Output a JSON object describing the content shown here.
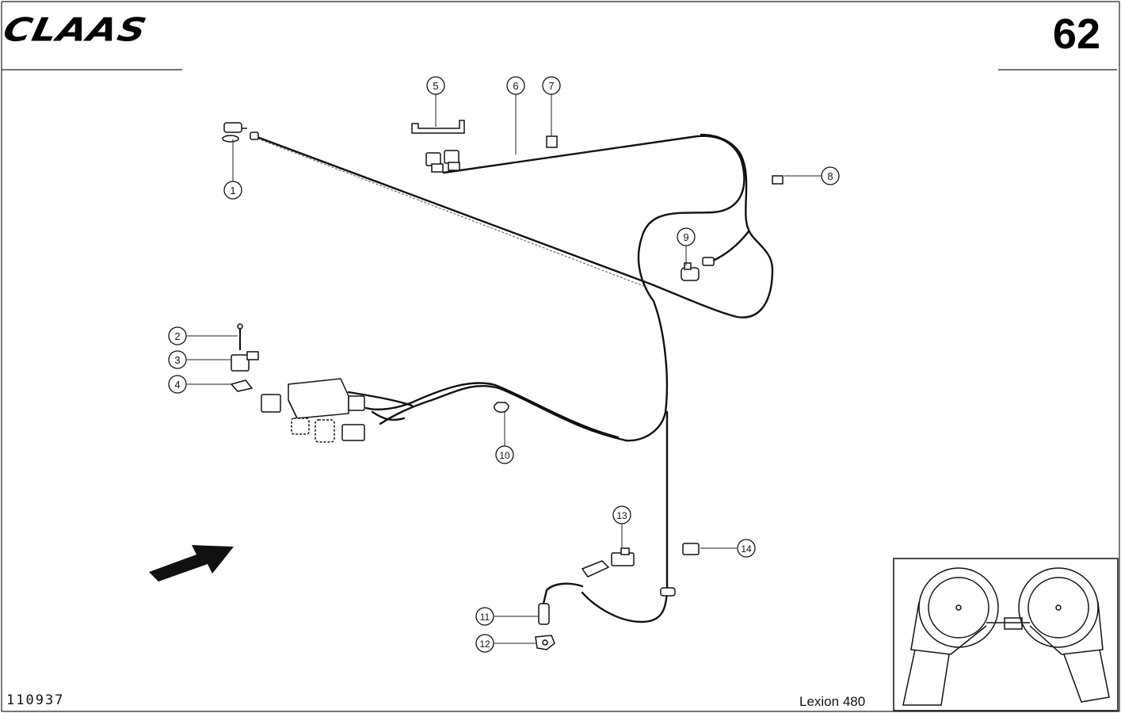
{
  "header": {
    "brand_logo": "CLAAS",
    "page_number": "62"
  },
  "footer": {
    "catalog_number": "110937",
    "model": "Lexion 480"
  },
  "callouts": [
    {
      "number": "1"
    },
    {
      "number": "2"
    },
    {
      "number": "3"
    },
    {
      "number": "4"
    },
    {
      "number": "5"
    },
    {
      "number": "6"
    },
    {
      "number": "7"
    },
    {
      "number": "8"
    },
    {
      "number": "9"
    },
    {
      "number": "10"
    },
    {
      "number": "11"
    },
    {
      "number": "12"
    },
    {
      "number": "13"
    },
    {
      "number": "14"
    }
  ]
}
